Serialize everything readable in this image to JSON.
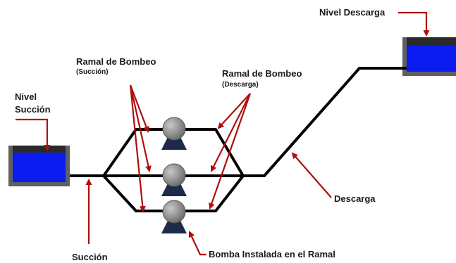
{
  "labels": {
    "nivel_descarga": "Nivel Descarga",
    "ramal_succion_title": "Ramal de Bombeo",
    "ramal_succion_sub": "(Succión)",
    "ramal_descarga_title": "Ramal de Bombeo",
    "ramal_descarga_sub": "(Descarga)",
    "nivel_succion_line1": "Nivel",
    "nivel_succion_line2": "Succión",
    "descarga": "Descarga",
    "succion": "Succión",
    "bomba": "Bomba Instalada en el Ramal"
  },
  "colors": {
    "pipe": "#000000",
    "arrow": "#b00d0d",
    "water": "#0a1cf0",
    "tank_frame": "#5f5f5f",
    "tank_top": "#2a2a2a",
    "pump_body": "#8a8a8a",
    "pump_base": "#1e2a4a"
  }
}
